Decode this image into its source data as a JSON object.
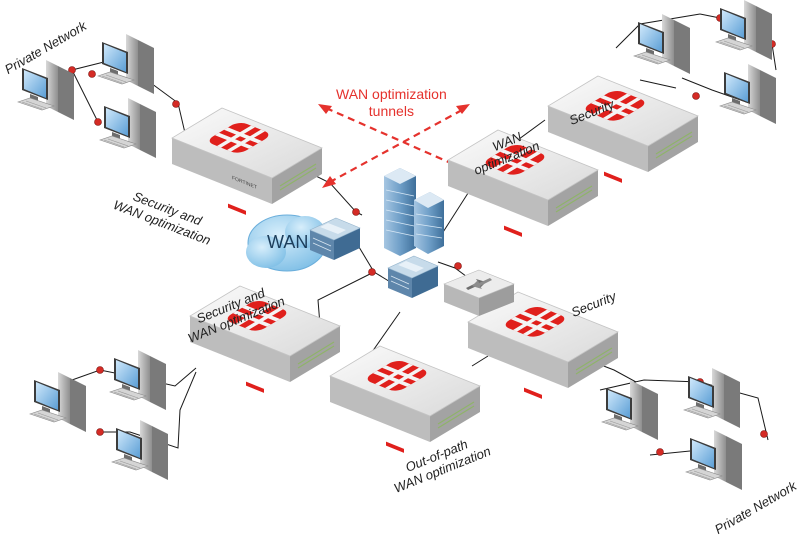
{
  "labels": {
    "private_network_tl": "Private Network",
    "private_network_br": "Private Network",
    "security_wan_tl_1": "Security and",
    "security_wan_tl_2": "WAN optimization",
    "security_wan_bl_1": "Security and",
    "security_wan_bl_2": "WAN optimization",
    "wan_opt_center_1": "WAN",
    "wan_opt_center_2": "optimization",
    "security_tr": "Security",
    "security_br": "Security",
    "out_of_path_1": "Out-of-path",
    "out_of_path_2": "WAN optimization",
    "tunnels_1": "WAN optimization",
    "tunnels_2": "tunnels",
    "wan_cloud": "WAN",
    "brand": "FORTINET"
  },
  "colors": {
    "accent_red": "#e5322d",
    "wan_cloud": "#8ecbec",
    "device_body": "#e9e9e9",
    "line": "#1a1a1a"
  }
}
